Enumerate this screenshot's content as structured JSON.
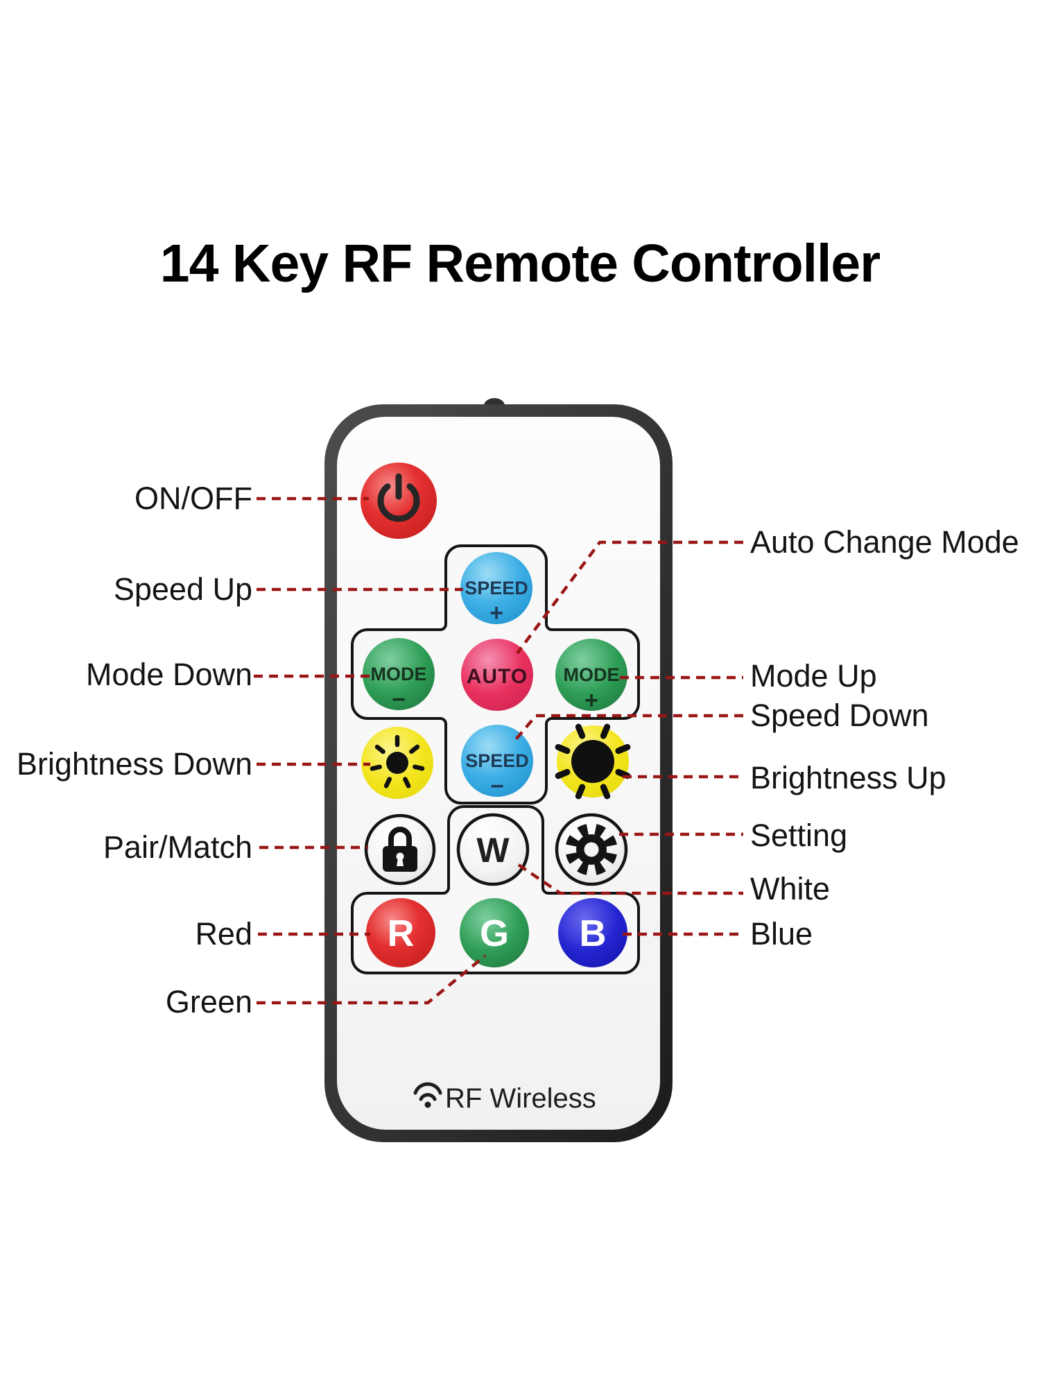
{
  "title": "14 Key RF Remote Controller",
  "colors": {
    "connector": "#9a1616",
    "power_red": "#e02323",
    "speed_blue": "#3aabe2",
    "mode_green": "#2f9e57",
    "auto_pink": "#e8315f",
    "brightness_yellow": "#f3e51c",
    "r_red": "#e02424",
    "g_green": "#2aa05a",
    "b_blue": "#1c1ccb",
    "body_dark": "#2e2e2e"
  },
  "left_labels": {
    "on_off": "ON/OFF",
    "speed_up": "Speed Up",
    "mode_down": "Mode Down",
    "brightness_down": "Brightness Down",
    "pair_match": "Pair/Match",
    "red": "Red",
    "green": "Green"
  },
  "right_labels": {
    "auto_change_mode": "Auto Change Mode",
    "mode_up": "Mode Up",
    "speed_down": "Speed Down",
    "brightness_up": "Brightness Up",
    "setting": "Setting",
    "white": "White",
    "blue": "Blue"
  },
  "remote": {
    "buttons": {
      "speed_plus": {
        "line1": "SPEED",
        "line2": "+"
      },
      "speed_minus": {
        "line1": "SPEED",
        "line2": "−"
      },
      "mode_minus": {
        "line1": "MODE",
        "line2": "−"
      },
      "mode_plus": {
        "line1": "MODE",
        "line2": "+"
      },
      "auto": "AUTO",
      "white": "W",
      "red": "R",
      "green": "G",
      "blue": "B"
    },
    "footer": "RF Wireless"
  }
}
